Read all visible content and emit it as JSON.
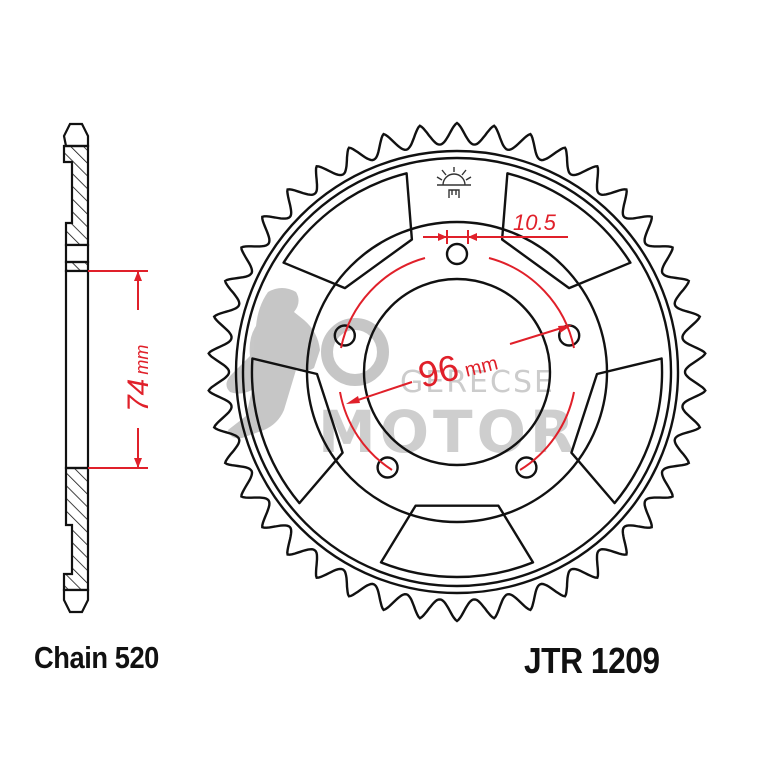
{
  "labels": {
    "chain": "Chain 520",
    "part_number": "JTR 1209"
  },
  "dimensions": {
    "bolt_circle": "96",
    "bolt_circle_unit": "mm",
    "bolt_hole": "10.5",
    "center_bore": "74",
    "center_bore_unit": "mm"
  },
  "watermark": {
    "line1": "GERECSE",
    "line2": "MOTOR"
  },
  "colors": {
    "line": "#111111",
    "dimension": "#e0202a",
    "watermark": "#b8b8b8"
  },
  "sprocket": {
    "teeth": 42,
    "bolt_holes": 5,
    "lightening_holes": 5
  }
}
